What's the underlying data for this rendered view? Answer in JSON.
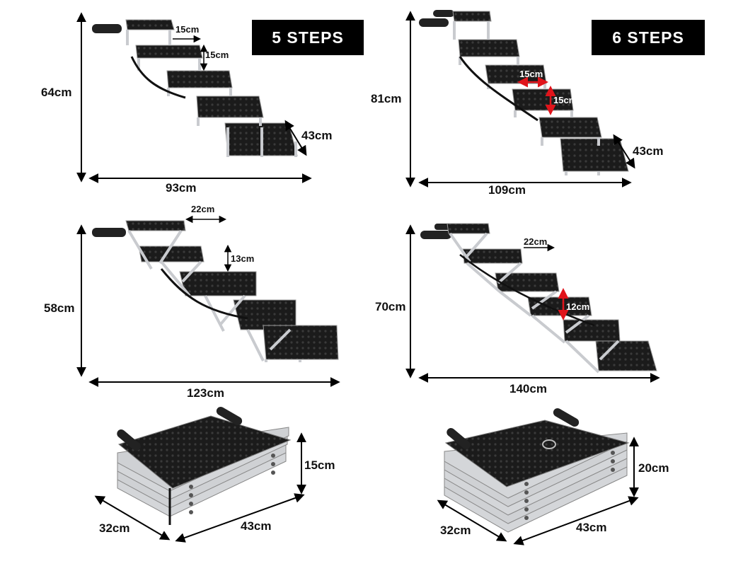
{
  "badges": {
    "five": "5 STEPS",
    "six": "6 STEPS"
  },
  "five_steps": {
    "high": {
      "height": "64cm",
      "length": "93cm",
      "width": "43cm",
      "step_depth": "15cm",
      "step_rise": "15cm"
    },
    "low": {
      "height": "58cm",
      "length": "123cm",
      "step_depth": "22cm",
      "step_rise": "13cm"
    },
    "folded": {
      "height": "15cm",
      "depth": "32cm",
      "width": "43cm"
    }
  },
  "six_steps": {
    "high": {
      "height": "81cm",
      "length": "109cm",
      "width": "43cm",
      "step_depth": "15cm",
      "step_rise": "15cm"
    },
    "low": {
      "height": "70cm",
      "length": "140cm",
      "step_depth": "22cm",
      "step_rise": "12cm"
    },
    "folded": {
      "height": "20cm",
      "depth": "32cm",
      "width": "43cm"
    }
  },
  "colors": {
    "tread": "#1a1a1a",
    "frame": "#c9cbcf",
    "arrow_black": "#000000",
    "arrow_red": "#e0141b",
    "badge": "#000000"
  }
}
